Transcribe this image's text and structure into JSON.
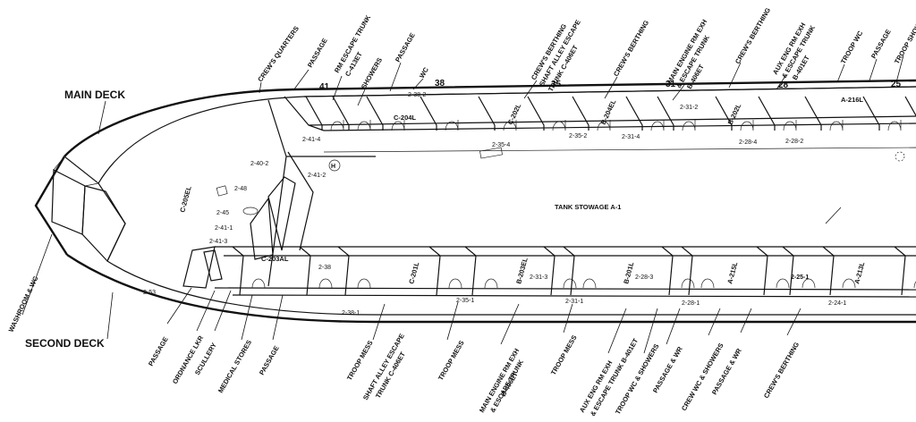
{
  "diagram": {
    "deck_labels": {
      "main": "MAIN DECK",
      "second": "SECOND DECK"
    },
    "frames": [
      "41",
      "38",
      "35",
      "31",
      "28",
      "25"
    ],
    "top_labels": [
      "CREW'S QUARTERS",
      "PASSAGE",
      "RM ESCAPE TRUNK",
      "C-413ET",
      "SHOWERS",
      "PASSAGE",
      "WC",
      "CREW'S BERTHING",
      "SHAFT ALLEY ESCAPE",
      "TRUNK C-406ET",
      "CREW'S BERTHING",
      "MAIN ENGINE RM EXH",
      "& ESCAPE TRUNK",
      "B-406ET",
      "CREW'S BERTHING",
      "AUX ENG RM EXH",
      "& ESCAPE TRUNK",
      "B-401ET",
      "TROOP WC",
      "PASSAGE",
      "TROOP SHOWERS"
    ],
    "bottom_labels": [
      "WASHROOM & WC",
      "PASSAGE",
      "ORDNANCE LKR",
      "SCULLERY",
      "MEDICAL STORES",
      "PASSAGE",
      "TROOP MESS",
      "SHAFT ALLEY ESCAPE",
      "TRUNK C-406ET",
      "TROOP MESS",
      "MAIN ENGINE RM EXH",
      "& ESCAPE TRUNK",
      "B-406ET",
      "TROOP MESS",
      "AUX ENG RM EXH",
      "& ESCAPE TRUNK B-401ET",
      "TROOP WC & SHOWERS",
      "PASSAGE & WR",
      "CREW WC & SHOWERS",
      "PASSAGE & WR",
      "CREW'S BERTHING"
    ],
    "compartments": [
      "C-204L",
      "C-202L",
      "B-204EL",
      "B-202L",
      "A-216L",
      "C-205EL",
      "C-203AL",
      "C-201L",
      "B-203EL",
      "B-201L",
      "A-215L",
      "A-213L",
      "TANK STOWAGE A-1"
    ],
    "refs": [
      "2-38-2",
      "2-41-4",
      "2-35-4",
      "2-35-2",
      "2-31-4",
      "2-31-2",
      "2-28-4",
      "2-28-2",
      "2-40-2",
      "2-41-2",
      "2-48",
      "2-45",
      "2-41-1",
      "2-41-3",
      "2-38",
      "2-53",
      "2-38-1",
      "2-35-1",
      "2-31-3",
      "2-31-1",
      "2-28-3",
      "2-28-1",
      "2-25-1",
      "2-24-1"
    ],
    "hatch_mark": "H"
  }
}
